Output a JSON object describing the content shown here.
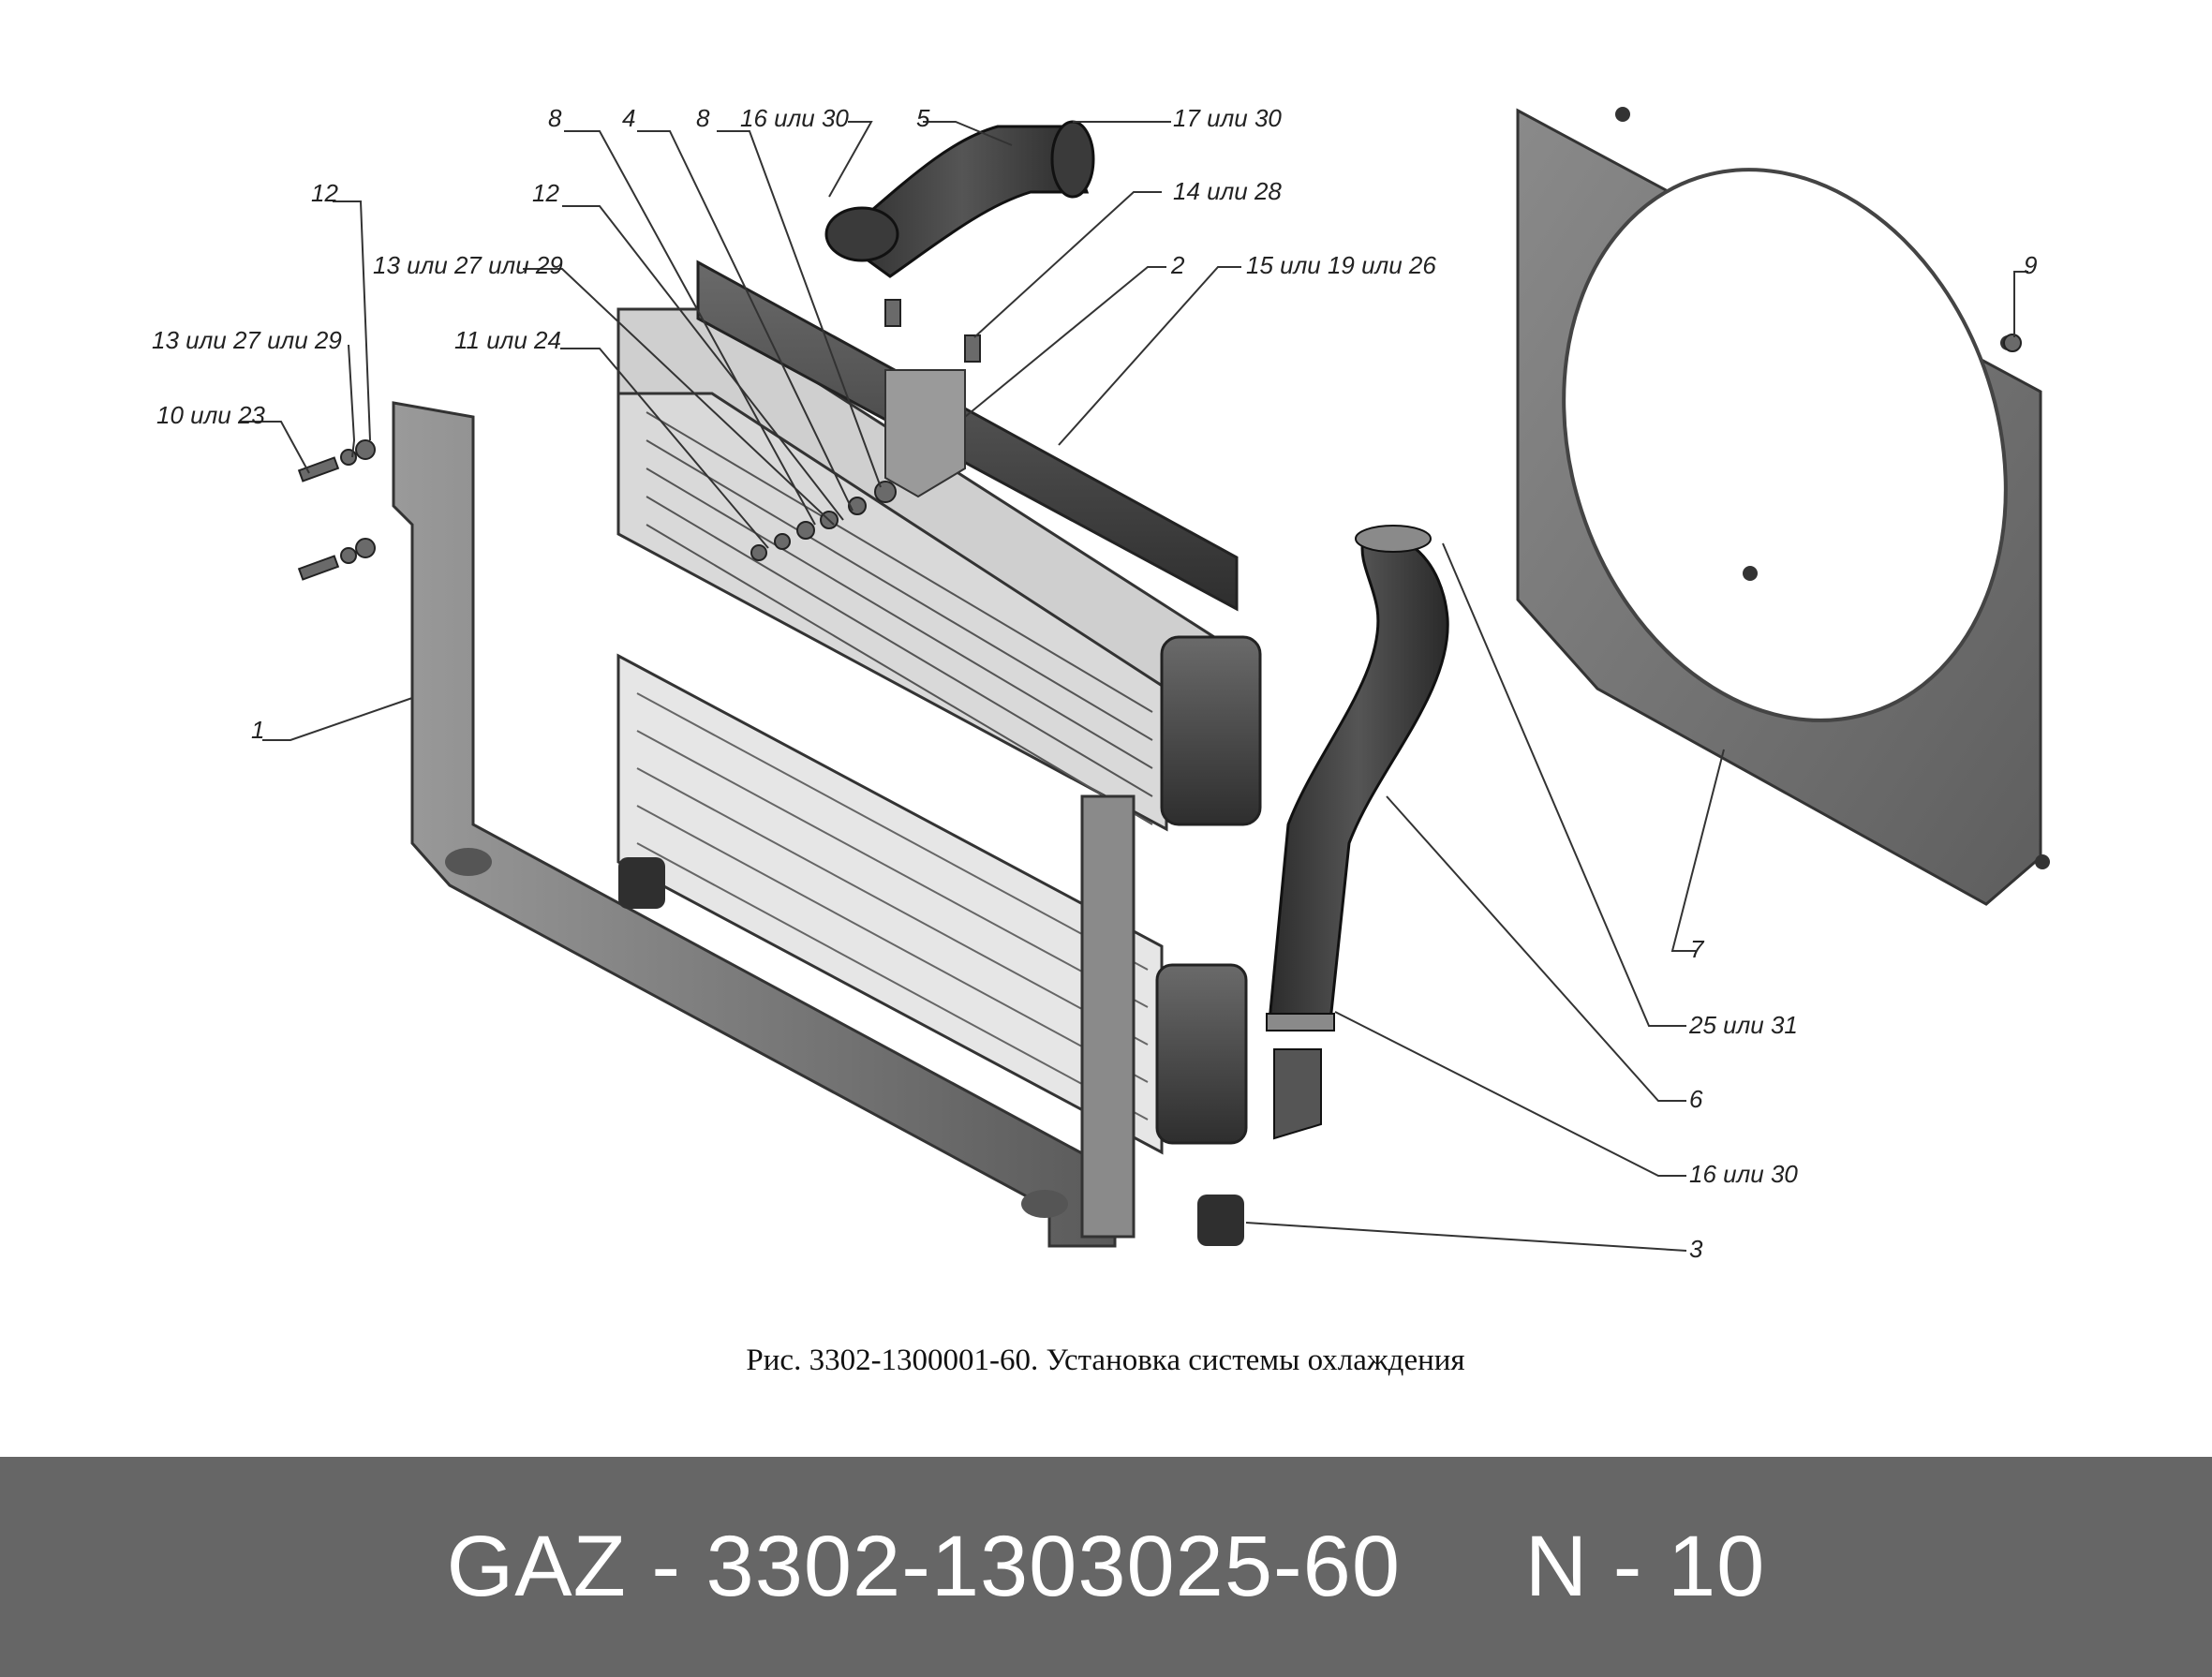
{
  "figure": {
    "caption": "Рис. 3302-1300001-60. Установка системы охлаждения",
    "callouts": [
      {
        "id": "c-12a",
        "text": "12"
      },
      {
        "id": "c-13a",
        "text": "13 или 27 или 29"
      },
      {
        "id": "c-10",
        "text": "10 или 23"
      },
      {
        "id": "c-13b",
        "text": "13 или 27 или 29"
      },
      {
        "id": "c-12b",
        "text": "12"
      },
      {
        "id": "c-11",
        "text": "11 или 24"
      },
      {
        "id": "c-8a",
        "text": "8"
      },
      {
        "id": "c-4",
        "text": "4"
      },
      {
        "id": "c-8b",
        "text": "8"
      },
      {
        "id": "c-16a",
        "text": "16 или 30"
      },
      {
        "id": "c-5",
        "text": "5"
      },
      {
        "id": "c-17",
        "text": "17 или 30"
      },
      {
        "id": "c-14",
        "text": "14 или 28"
      },
      {
        "id": "c-2",
        "text": "2"
      },
      {
        "id": "c-15",
        "text": "15 или 19 или 26"
      },
      {
        "id": "c-9",
        "text": "9"
      },
      {
        "id": "c-1",
        "text": "1"
      },
      {
        "id": "c-7",
        "text": "7"
      },
      {
        "id": "c-25",
        "text": "25 или 31"
      },
      {
        "id": "c-6",
        "text": "6"
      },
      {
        "id": "c-16b",
        "text": "16 или 30"
      },
      {
        "id": "c-3",
        "text": "3"
      }
    ]
  },
  "banner": {
    "text": "GAZ - 3302-1303025-60     N - 10"
  },
  "colors": {
    "banner_bg": "#666666",
    "banner_text": "#ffffff",
    "part_dark": "#3a3a3a",
    "part_mid": "#7a7a7a",
    "part_light": "#bdbdbd"
  }
}
